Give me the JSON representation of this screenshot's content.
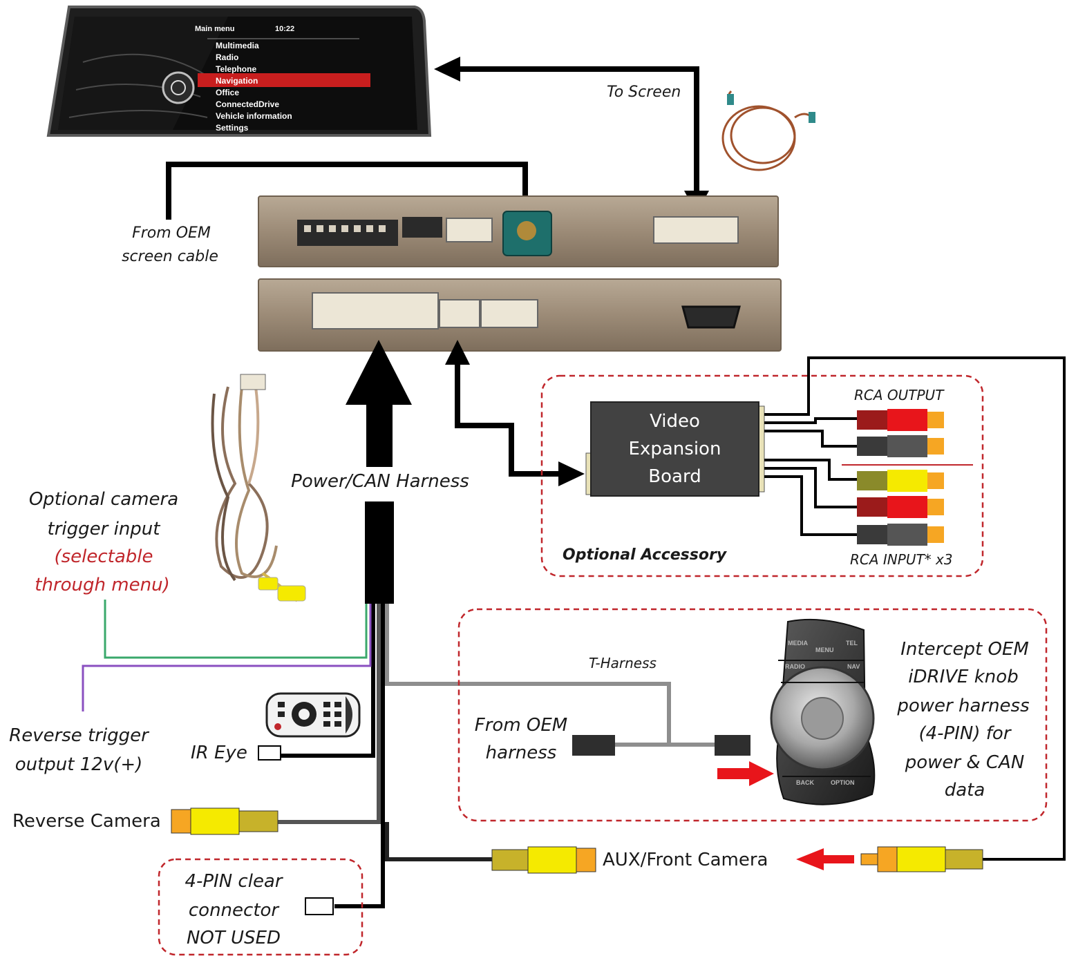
{
  "screen": {
    "title": "Main menu",
    "time": "10:22",
    "items": [
      "Multimedia",
      "Radio",
      "Telephone",
      "Navigation",
      "Office",
      "ConnectedDrive",
      "Vehicle information",
      "Settings"
    ],
    "selected_index": 3
  },
  "labels": {
    "to_screen": "To Screen",
    "from_oem_screen": [
      "From OEM",
      "screen cable"
    ],
    "power_can_harness": "Power/CAN Harness",
    "optional_camera": [
      "Optional camera",
      "trigger input"
    ],
    "optional_camera_note": [
      "(selectable",
      "through menu)"
    ],
    "reverse_trigger": [
      "Reverse trigger",
      "output 12v(+)"
    ],
    "ir_eye": "IR Eye",
    "reverse_camera": "Reverse Camera",
    "four_pin": [
      "4-PIN clear",
      "connector",
      "NOT USED"
    ],
    "aux_front_camera": "AUX/Front Camera",
    "video_expansion_board": [
      "Video",
      "Expansion",
      "Board"
    ],
    "rca_output": "RCA OUTPUT",
    "rca_input": "RCA INPUT* x3",
    "optional_accessory": "Optional Accessory",
    "t_harness": "T-Harness",
    "from_oem_harness": [
      "From OEM",
      "harness"
    ],
    "intercept": [
      "Intercept OEM",
      "iDRIVE knob",
      "power harness",
      "(4-PIN) for",
      "power & CAN",
      "data"
    ]
  },
  "knob_buttons": [
    "MEDIA",
    "MENU",
    "TEL",
    "RADIO",
    "NAV",
    "BACK",
    "OPTION"
  ],
  "colors": {
    "red_note": "#c0262b",
    "dashed_box": "#c0262b",
    "module": "#9b8a76",
    "rca_red": "#e8151b",
    "rca_yellow": "#f5ea00",
    "rca_gray": "#555555",
    "rca_orange": "#f6a623",
    "trigger_green": "#3aa86b",
    "trigger_purple": "#8a4fc0"
  }
}
